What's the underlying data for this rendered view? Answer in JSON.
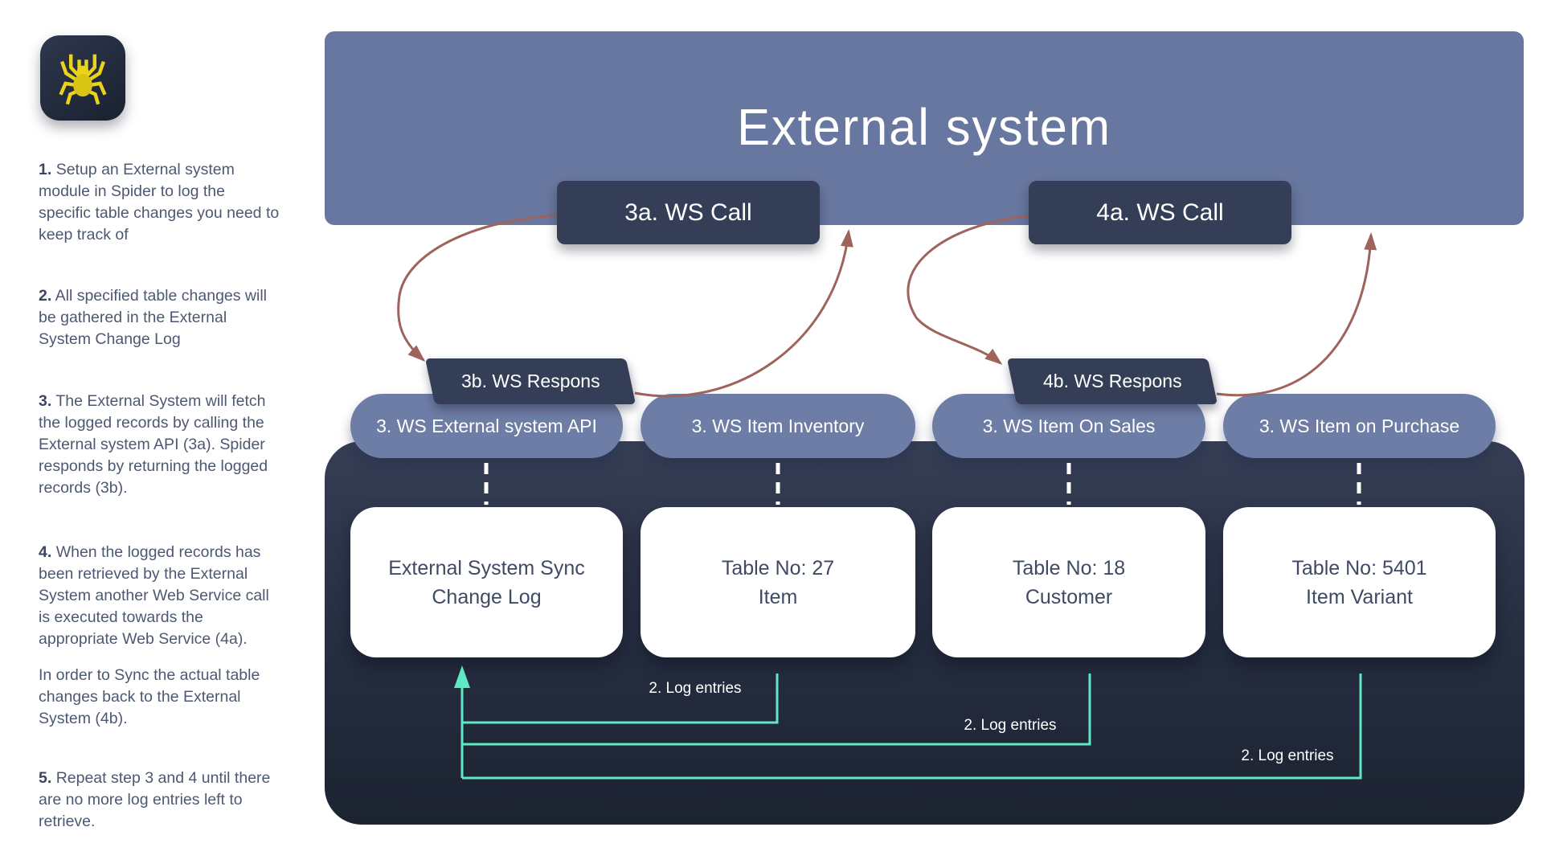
{
  "icons": {
    "logo": "spider-icon"
  },
  "sidebar": {
    "steps": [
      {
        "num": "1.",
        "text": "Setup an External system module in Spider to log the specific table changes you need to keep track of"
      },
      {
        "num": "2.",
        "text": "All specified table changes will be gathered in the External System Change Log"
      },
      {
        "num": "3.",
        "text": "The External System will fetch the logged records by calling the External system API (3a). Spider responds by returning the logged records (3b)."
      },
      {
        "num": "4.",
        "text": "When the logged records has been retrieved by the External System another Web Service call is executed towards the appropriate Web Service (4a).",
        "text2": "In order to Sync the actual table changes back to the External System (4b)."
      },
      {
        "num": "5.",
        "text": "Repeat step 3 and 4 until there are no more log entries left to retrieve."
      }
    ]
  },
  "diagram": {
    "external_system_title": "External system",
    "calls": [
      {
        "label": "3a. WS Call"
      },
      {
        "label": "4a. WS Call"
      }
    ],
    "responses": [
      {
        "label": "3b. WS Respons"
      },
      {
        "label": "4b. WS Respons"
      }
    ],
    "web_services": [
      {
        "label": "3. WS External system API"
      },
      {
        "label": "3. WS Item Inventory"
      },
      {
        "label": "3. WS Item On Sales"
      },
      {
        "label": "3. WS Item on Purchase"
      }
    ],
    "tables": [
      {
        "line1": "External System Sync",
        "line2": "Change Log"
      },
      {
        "line1": "Table No: 27",
        "line2": "Item"
      },
      {
        "line1": "Table No: 18",
        "line2": "Customer"
      },
      {
        "line1": "Table No: 5401",
        "line2": "Item Variant"
      }
    ],
    "log_entry_labels": [
      "2. Log entries",
      "2. Log entries",
      "2. Log entries"
    ],
    "colors": {
      "header_blue": "#68779f",
      "pill_blue": "#6e7da5",
      "dark_navy_box": "#343e56",
      "container_top": "#363e55",
      "container_bottom": "#1c2331",
      "teal_line": "#5ee8c4",
      "ws_arrow": "#9e635b",
      "body_text": "#4d5872",
      "spider_yellow": "#e8d41c"
    }
  }
}
